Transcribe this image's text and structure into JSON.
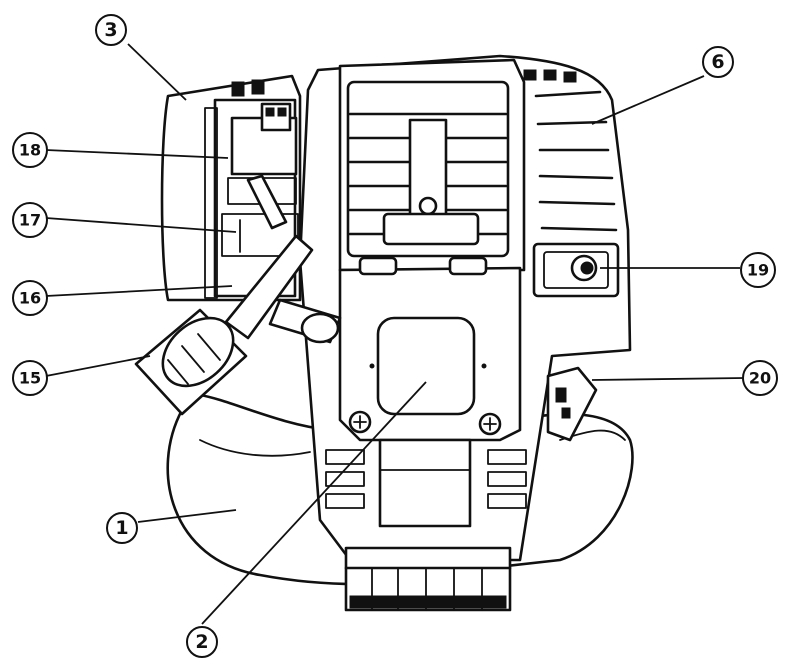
{
  "callouts": [
    {
      "id": "1",
      "label": "1"
    },
    {
      "id": "2",
      "label": "2"
    },
    {
      "id": "3",
      "label": "3"
    },
    {
      "id": "6",
      "label": "6"
    },
    {
      "id": "15",
      "label": "15"
    },
    {
      "id": "16",
      "label": "16"
    },
    {
      "id": "17",
      "label": "17"
    },
    {
      "id": "18",
      "label": "18"
    },
    {
      "id": "19",
      "label": "19"
    },
    {
      "id": "20",
      "label": "20"
    }
  ],
  "colors": {
    "ink": "#111111",
    "paper": "#ffffff"
  }
}
